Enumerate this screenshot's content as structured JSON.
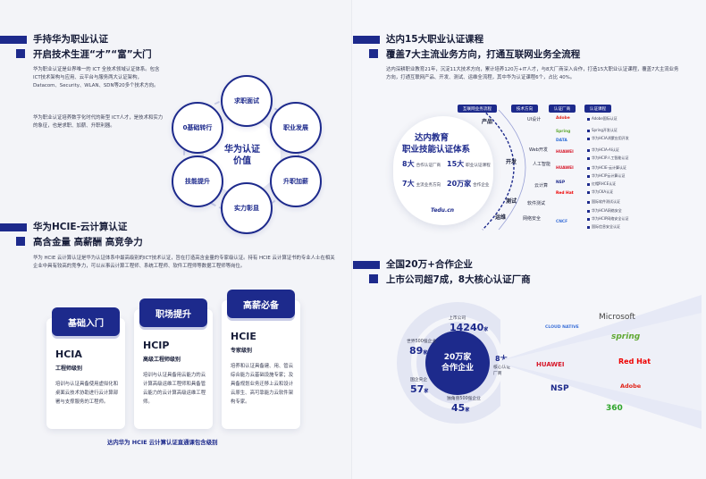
{
  "left": {
    "sec1": {
      "title": "手持华为职业认证",
      "subtitle": "开启技术生涯“才”“富”大门",
      "para1": "华为职业认证是业界唯一的 ICT 全技术领域认证体系。包含ICT技术架构与应用、云平台与服务两大认证架构，Datacom、Security、WLAN、SDN等20多个技术方向。",
      "para2": "华为职业认证培养数字化时代的新型 ICT人才，是技术和实力的象征，也是求职、加薪、升职利器。"
    },
    "diagram": {
      "center_line1": "华为认证",
      "center_line2": "价值",
      "nodes": [
        "求职面试",
        "职业发展",
        "升职加薪",
        "实力彰显",
        "技能提升",
        "0基础转行"
      ]
    },
    "sec2": {
      "title": "华为HCIE-云计算认证",
      "subtitle": "高含金量 高薪酬 高竞争力",
      "para": "华为 HCIE 云计算认证是华为认证体系中最高级别的ICT技术认证，旨在打造高含金量的专家级认证。持有 HCIE 云计算证书的专业人士在相关企业中具有较高的竞争力，可以从事云计算工程师、系统工程师、软件工程师等数据工程师等岗位。"
    },
    "cards": [
      {
        "head": "基础入门",
        "code": "HCIA",
        "level": "工程师级别",
        "desc": "培训与认证具备使用虚拟化和桌面云技术协助进行云计算部署与支撑服务的工程师。"
      },
      {
        "head": "职场提升",
        "code": "HCIP",
        "level": "高级工程师级别",
        "desc": "培训与认证具备用云能力的云计算高级运维工程师和具备管云能力的云计算高级运维工程师。"
      },
      {
        "head": "高薪必备",
        "code": "HCIE",
        "level": "专家级别",
        "desc": "培养和认证具备建、用、管云综合能力云基础设施专家；及具备规划业务迁移上云和设计云原生、高可靠能力云软件架构专家。"
      }
    ],
    "caption": "达内华为 HCIE 云计算认证直通课包含级别"
  },
  "right": {
    "sec1": {
      "title": "达内15大职业认证课程",
      "subtitle": "覆盖7大主流业务方向，打通互联网业务全流程",
      "para": "达内深耕职业教育21年，沉淀11大技术方向，累计培养120万+IT人才，与8大厂商深入合作，打造15大职业认证课程，覆盖7大主流业务方向，打通互联网产品、开发、测试、运维全流程，其中华为认证课程6个，占比 40%。"
    },
    "system": {
      "title_line1": "达内教育",
      "title_line2": "职业技能认证体系",
      "stats": [
        {
          "num": "8大",
          "label": "合作认证厂商"
        },
        {
          "num": "15大",
          "label": "职业认证课程"
        },
        {
          "num": "7大",
          "label": "主流业务方向"
        },
        {
          "num": "20万家",
          "label": "合作企业"
        }
      ],
      "logo": "Tedu.cn",
      "headers": [
        "互联网业务流程",
        "技术方向",
        "认证厂商",
        "认证课程"
      ],
      "categories": [
        "产品",
        "开发",
        "测试",
        "运维"
      ],
      "subs": [
        "UI设计",
        "Web开发",
        "人工智能",
        "云计算",
        "软件测试",
        "网络安全"
      ],
      "vendors": [
        "Adobe",
        "Spring",
        "DATA",
        "HUAWEI",
        "HUAWEI",
        "NSP",
        "Red Hat",
        "CNCF"
      ],
      "certs": [
        "Adobe国际认证",
        "Spring开发认证",
        "华为HCIA鸿蒙应用开发",
        "华为HCIA-AI认证",
        "华为HCIP人工智能认证",
        "华为HCIE-云计算认证",
        "华为HCIP云计算认证",
        "红帽RHCE认证",
        "华为CKA认证",
        "国际软件测试认证",
        "华为HCIA网络安全",
        "华为HCIP网络安全认证",
        "国际信息安全认证"
      ]
    },
    "sec2": {
      "title": "全国20万+合作企业",
      "subtitle": "上市公司超7成，8大核心认证厂商"
    },
    "ecosystem": {
      "center_line1": "20万家",
      "center_line2": "合作企业",
      "stats": [
        {
          "label": "上市公司",
          "num": "14240",
          "unit": "家"
        },
        {
          "label": "世界500强企业",
          "num": "89",
          "unit": "家"
        },
        {
          "label": "国企央企",
          "num": "57",
          "unit": "家"
        },
        {
          "label": "独角兽500强企业",
          "num": "45",
          "unit": "家"
        }
      ],
      "core_num": "8大",
      "core_label": "核心认证厂商",
      "vendors": [
        "CLOUD NATIVE",
        "Microsoft",
        "spring",
        "HUAWEI",
        "Red Hat",
        "NSP",
        "Adobe",
        "360"
      ]
    }
  },
  "colors": {
    "brand": "#1d2a8c",
    "text": "#161c38",
    "huawei": "#d7182a",
    "redhat": "#ee0000"
  }
}
